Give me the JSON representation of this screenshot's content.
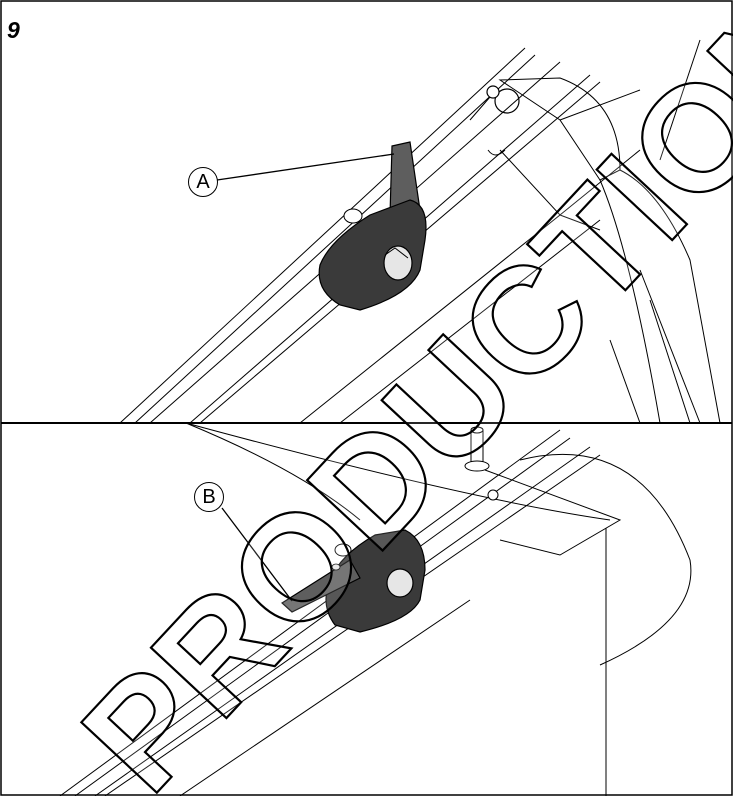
{
  "figure": {
    "number": "9",
    "callouts": {
      "a": "A",
      "b": "B"
    },
    "watermark": {
      "text": "PRODUCTION",
      "color": "#000000"
    },
    "colors": {
      "line": "#000000",
      "handle_dark": "#3a3a3a",
      "handle_mid": "#5e5e5e",
      "knob_light": "#e6e6e6"
    }
  }
}
